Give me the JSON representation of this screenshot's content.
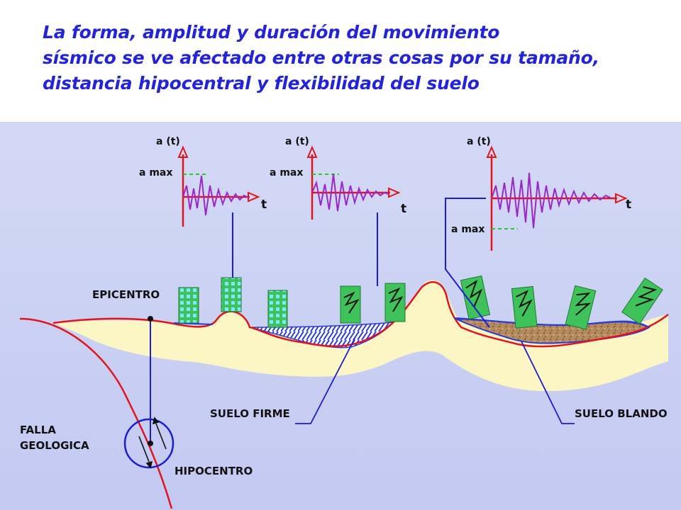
{
  "title": {
    "line1": "La forma, amplitud y duración del movimiento",
    "line2": "sísmico se ve afectado entre otras cosas por su tamaño,",
    "line3": "distancia hipocentral y flexibilidad del suelo"
  },
  "labels": {
    "epicentro": "EPICENTRO",
    "falla_line1": "FALLA",
    "falla_line2": "GEOLOGICA",
    "hipocentro": "HIPOCENTRO",
    "suelo_firme": "SUELO FIRME",
    "suelo_blando": "SUELO BLANDO"
  },
  "charts": [
    {
      "axis_y": "a (t)",
      "axis_x": "t",
      "amax": "a max"
    },
    {
      "axis_y": "a (t)",
      "axis_x": "t",
      "amax": "a max"
    },
    {
      "axis_y": "a (t)",
      "axis_x": "t",
      "amax": "a max"
    }
  ],
  "colors": {
    "title": "#2323d8",
    "background_top": "#cfd6f4",
    "background_bottom": "#c4caf2",
    "soil": "#fbf6c4",
    "fault": "#e0141c",
    "leader": "#1c1cd0",
    "building": "#3fc25a",
    "window": "#7fe8ff",
    "signal": "#9a28c8",
    "amax_dash": "#22cc22",
    "soft_soil": "#b89066"
  }
}
